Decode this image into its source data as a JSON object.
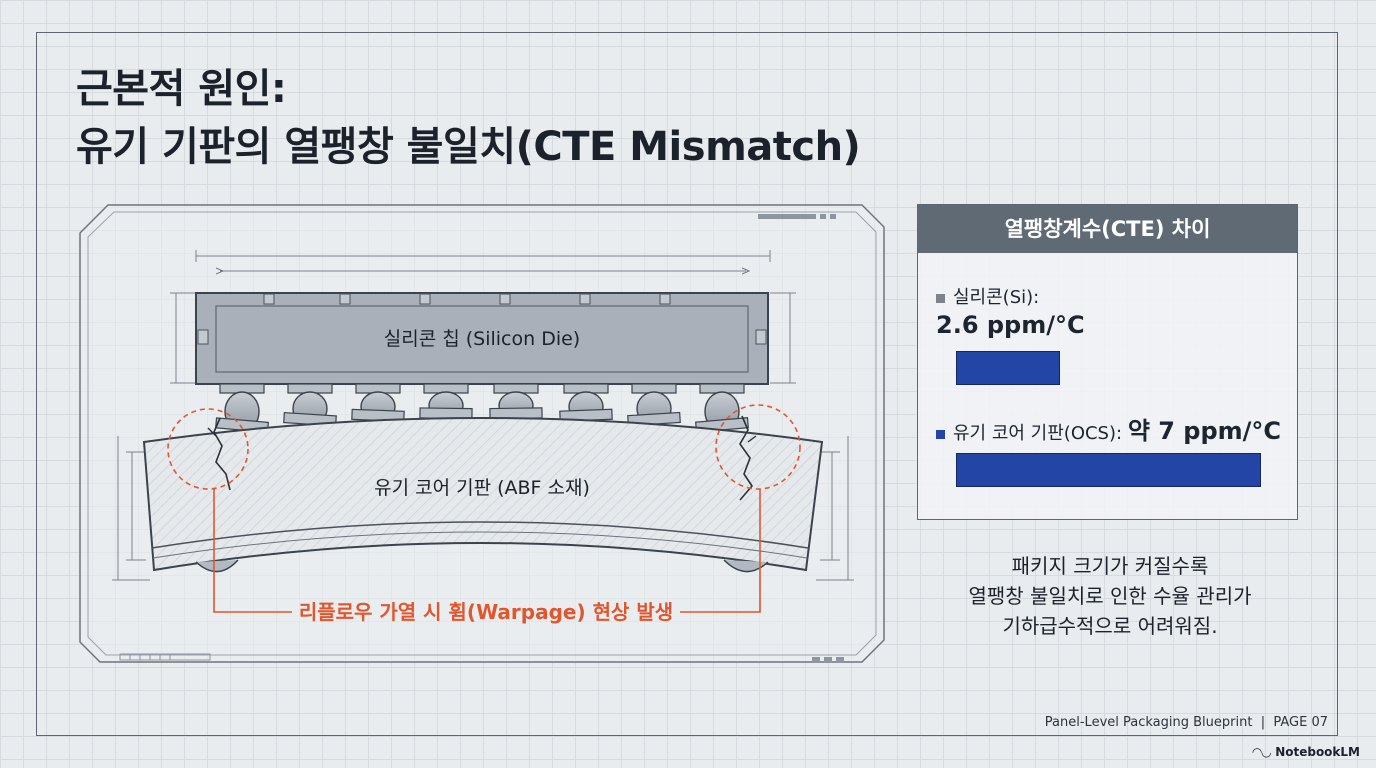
{
  "title": {
    "line1": "근본적 원인:",
    "line2": "유기 기판의 열팽창 불일치(CTE Mismatch)"
  },
  "diagram": {
    "chip_label": "실리콘 칩 (Silicon Die)",
    "substrate_label": "유기 코어 기판 (ABF 소재)",
    "warpage_label": "리플로우 가열 시 휨(Warpage) 현상 발생"
  },
  "cte_panel": {
    "header": "열팽창계수(CTE) 차이",
    "silicon": {
      "label": "실리콘(Si):",
      "value": "2.6 ppm/°C",
      "ppm": 2.6
    },
    "organic": {
      "label": "유기 코어 기판(OCS):",
      "value": "약 7 ppm/°C",
      "ppm": 7
    }
  },
  "note": {
    "line1": "패키지 크기가 커질수록",
    "line2": "열팽창 불일치로 인한 수율 관리가",
    "line3": "기하급수적으로 어려워짐."
  },
  "footer": "Panel-Level Packaging Blueprint  |  PAGE 07",
  "brand": "NotebookLM",
  "colors": {
    "accent": "#e0572e",
    "bar": "#2346a6",
    "header": "#5f6a75",
    "chip": "#a9b0b9"
  }
}
